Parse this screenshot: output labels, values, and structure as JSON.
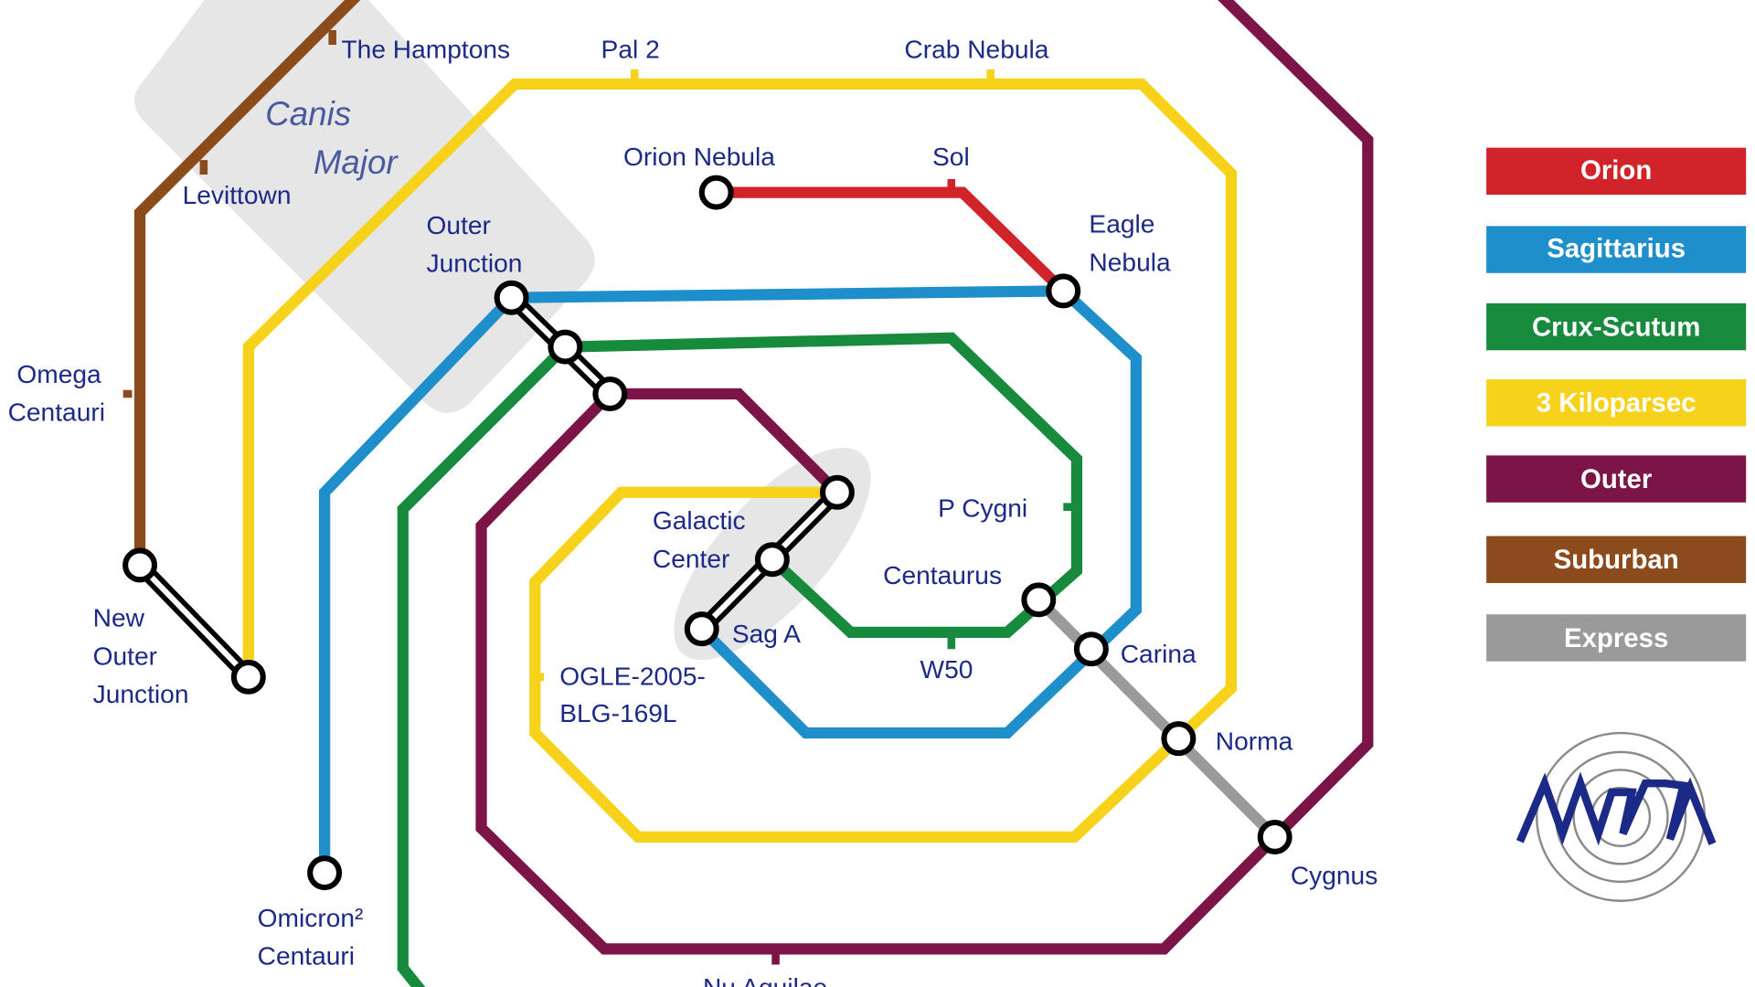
{
  "region_labels": {
    "canis": "Canis",
    "major": "Major"
  },
  "stations": {
    "the_hamptons": "The Hamptons",
    "pal2": "Pal 2",
    "crab_nebula": "Crab Nebula",
    "orion_nebula": "Orion Nebula",
    "sol": "Sol",
    "levittown": "Levittown",
    "eagle_1": "Eagle",
    "eagle_2": "Nebula",
    "outer_junction_1": "Outer",
    "outer_junction_2": "Junction",
    "omega_1": "Omega",
    "omega_2": "Centauri",
    "p_cygni": "P Cygni",
    "galactic_1": "Galactic",
    "galactic_2": "Center",
    "centaurus": "Centaurus",
    "sag_a": "Sag A",
    "carina": "Carina",
    "w50": "W50",
    "new_outer_1": "New",
    "new_outer_2": "Outer",
    "new_outer_3": "Junction",
    "ogle_1": "OGLE-2005-",
    "ogle_2": "BLG-169L",
    "norma": "Norma",
    "cygnus": "Cygnus",
    "omicron_1": "Omicron²",
    "omicron_2": "Centauri",
    "nu_aquilae": "Nu Aquilae"
  },
  "legend": [
    {
      "label": "Orion",
      "color": "#d1232a"
    },
    {
      "label": "Sagittarius",
      "color": "#1f8fcb"
    },
    {
      "label": "Crux-Scutum",
      "color": "#178a3e"
    },
    {
      "label": "3 Kiloparsec",
      "color": "#f6d21a"
    },
    {
      "label": "Outer",
      "color": "#7c1447"
    },
    {
      "label": "Suburban",
      "color": "#8c4b1d"
    },
    {
      "label": "Express",
      "color": "#9a9a9a"
    }
  ],
  "logo_text": "MWTA"
}
